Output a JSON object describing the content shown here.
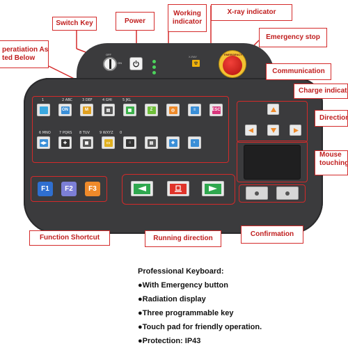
{
  "callouts": {
    "switch_key": "Switch Key",
    "power": "Power",
    "working_indicator": "Working indicator",
    "xray_indicator": "X-ray indicator",
    "emergency_stop": "Emergency stop",
    "communication": "Communication",
    "charge_indicator": "Charge indicator",
    "operation": "peratiation As",
    "described_below": "ted Below",
    "direction": "Direction",
    "mouse_touching_1": "Mouse",
    "mouse_touching_2": "touching",
    "function_shortcut": "Function Shortcut",
    "running_direction": "Running direction",
    "confirmation": "Confirmation"
  },
  "device": {
    "switch_labels": [
      "OFF",
      "ON"
    ],
    "xray_label": "X-RAY",
    "estop_label": "EMERGENCY",
    "function_keys": [
      {
        "label": "F1",
        "color": "#2f6fd0"
      },
      {
        "label": "F2",
        "color": "#7c7fd6"
      },
      {
        "label": "F3",
        "color": "#ef8a2a"
      }
    ],
    "key_labels_row1": [
      "1",
      "2 ABC",
      "3 DEF",
      "4 GHI",
      "5 JKL"
    ],
    "key_labels_row2": [
      "6 MNO",
      "7 PQRS",
      "8 TUV",
      "9 WXYZ",
      "0"
    ],
    "keys_row1": [
      {
        "glyph": "",
        "color": "#3aa8e0"
      },
      {
        "glyph": "ON",
        "color": "#3a8fd8"
      },
      {
        "glyph": "M",
        "color": "#e0a020"
      },
      {
        "glyph": "▤",
        "color": "#555555"
      },
      {
        "glyph": "▦",
        "color": "#3bb04a"
      },
      {
        "glyph": "Z",
        "color": "#6fbf3a"
      },
      {
        "glyph": "◎",
        "color": "#ef8a2a"
      },
      {
        "glyph": "≡",
        "color": "#3a8fd8"
      },
      {
        "glyph": "ESC",
        "color": "#d8367c"
      }
    ],
    "keys_row2": [
      {
        "glyph": "◀▶",
        "color": "#3a8fd8"
      },
      {
        "glyph": "✚",
        "color": "#333333"
      },
      {
        "glyph": "▦",
        "color": "#555555"
      },
      {
        "glyph": "▭",
        "color": "#e0b020"
      },
      {
        "glyph": "⌂",
        "color": "#333333"
      },
      {
        "glyph": "▤",
        "color": "#555555"
      },
      {
        "glyph": "✥",
        "color": "#3a8fd8"
      },
      {
        "glyph": "◐",
        "color": "#3a8fd8"
      }
    ]
  },
  "features": {
    "title": "Professional Keyboard:",
    "items": [
      "●With Emergency button",
      "●Radiation display",
      "●Three programmable key",
      "●Touch pad for friendly operation.",
      "●Protection: IP43"
    ]
  },
  "colors": {
    "accent_red": "#d42a2a",
    "device_body": "#3b3b3d",
    "run_green": "#2fa84f",
    "run_red": "#e0342a",
    "dir_orange": "#ef8a2a"
  }
}
